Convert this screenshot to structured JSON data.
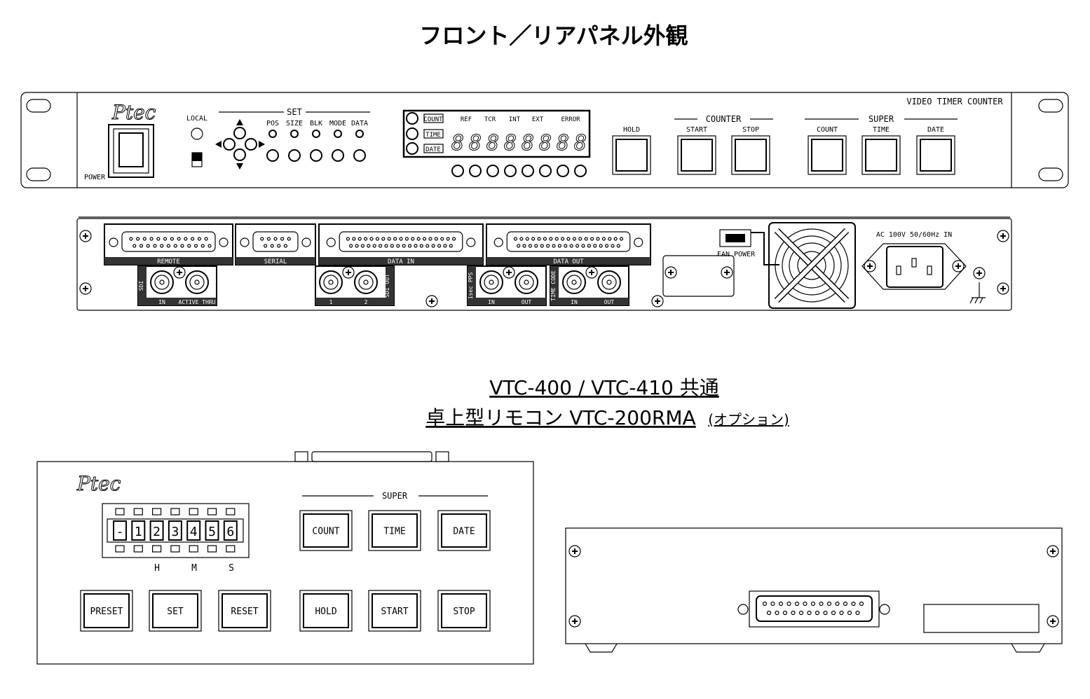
{
  "title": "フロント／リアパネル外観",
  "front": {
    "brand": "Ptec",
    "power_label": "POWER",
    "local_label": "LOCAL",
    "set_label": "SET",
    "set_items": [
      "POS",
      "SIZE",
      "BLK",
      "MODE",
      "DATA"
    ],
    "display_modes": [
      "COUNT",
      "TIME",
      "DATE"
    ],
    "indicators": [
      "REF",
      "TCR",
      "INT",
      "EXT",
      "ERROR"
    ],
    "digits": [
      "8",
      "8",
      "8",
      "8",
      "8",
      "8",
      "8",
      "8"
    ],
    "product_name": "VIDEO TIMER COUNTER",
    "hold_label": "HOLD",
    "counter_label": "COUNTER",
    "counter_buttons": [
      "START",
      "STOP"
    ],
    "super_label": "SUPER",
    "super_buttons": [
      "COUNT",
      "TIME",
      "DATE"
    ]
  },
  "rear": {
    "connectors": [
      "REMOTE",
      "SERIAL",
      "DATA IN",
      "DATA OUT"
    ],
    "sdi": {
      "label": "SDI",
      "ports": [
        "IN",
        "ACTIVE THRU"
      ]
    },
    "sdi_out": {
      "label": "SDI OUT",
      "ports": [
        "1",
        "2"
      ]
    },
    "pps": {
      "label": "1sec PPS",
      "ports": [
        "IN",
        "OUT"
      ]
    },
    "timecode": {
      "label": "TIME CODE",
      "ports": [
        "IN",
        "OUT"
      ]
    },
    "fan_power": "FAN POWER",
    "ac_label": "AC 100V 50/60Hz IN"
  },
  "remote": {
    "heading_line1": "VTC-400 / VTC-410 共通",
    "heading_line2": "卓上型リモコン VTC-200RMA",
    "heading_option": "(オプション)",
    "brand": "Ptec",
    "digits": [
      "-",
      "1",
      "2",
      "3",
      "4",
      "5",
      "6"
    ],
    "hms": [
      "H",
      "M",
      "S"
    ],
    "super_label": "SUPER",
    "top_buttons": [
      "COUNT",
      "TIME",
      "DATE"
    ],
    "bottom_buttons": [
      "HOLD",
      "START",
      "STOP"
    ],
    "left_buttons": [
      "PRESET",
      "SET",
      "RESET"
    ]
  }
}
